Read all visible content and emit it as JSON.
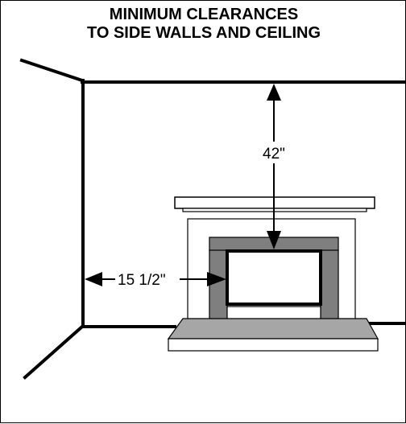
{
  "title": {
    "line1": "MINIMUM CLEARANCES",
    "line2": "TO SIDE WALLS AND CEILING"
  },
  "dimensions": {
    "ceiling_clearance": "42\"",
    "side_wall_clearance": "15 1/2\""
  },
  "colors": {
    "line": "#000000",
    "surround": "#7f7f7f",
    "hearth": "#a6a6a6",
    "background": "#ffffff"
  }
}
